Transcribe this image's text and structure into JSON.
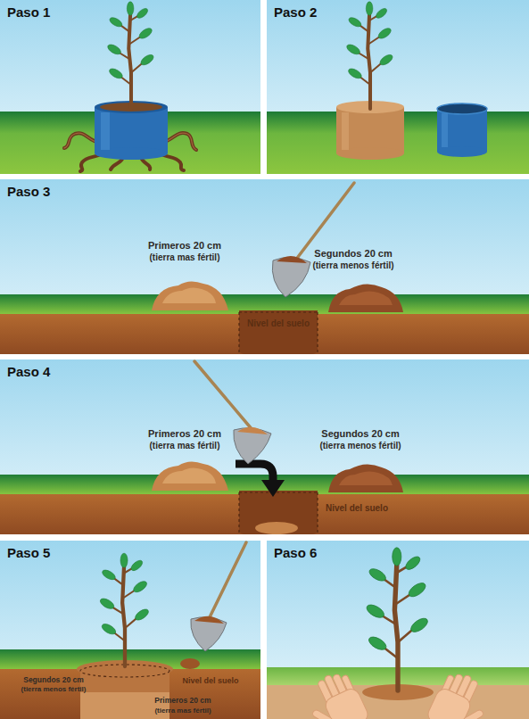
{
  "diagram": {
    "nodes": [
      {
        "text": [
          "Paso 1"
        ]
      },
      {
        "text": [
          "Paso 2"
        ]
      },
      {
        "text": [
          "Paso 3"
        ]
      },
      {
        "text": [
          "Paso 4"
        ]
      },
      {
        "text": [
          "Paso 5"
        ]
      },
      {
        "text": [
          "Paso 6"
        ]
      }
    ],
    "labels": [
      "Primeros 20 cm",
      "(tierra mas fértil)",
      "Segundos 20 cm",
      "(tierra menos fértil)",
      "Nivel del suelo",
      "Primeros 20 cm",
      "(tierra mas fértil)",
      "Segundos 20 cm",
      "(tierra menos fértil)",
      "Nivel del suelo",
      "Segundos 20 cm",
      "(tierra menos fértil)",
      "Nivel del suelo",
      "Primeros 20 cm",
      "(tierra mas fértil)"
    ]
  }
}
